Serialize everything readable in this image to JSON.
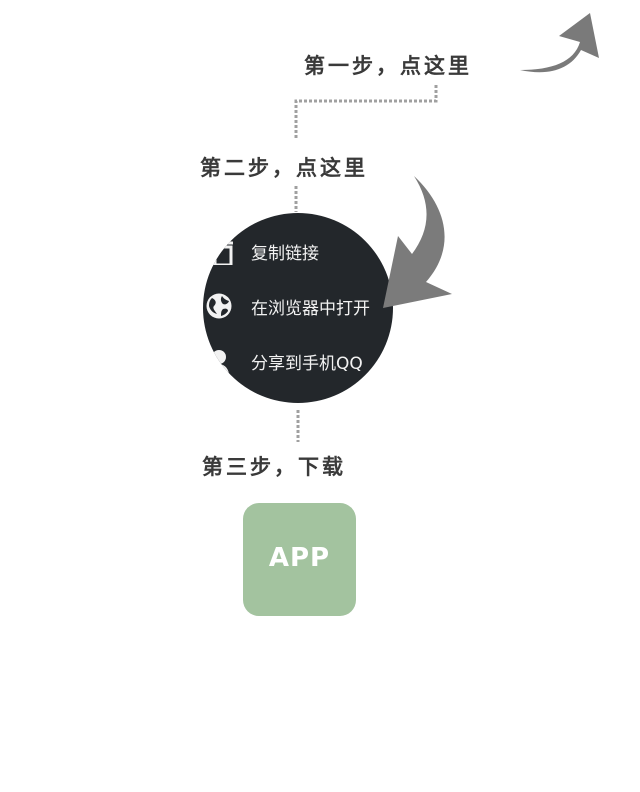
{
  "steps": {
    "step1": "第一步，点这里",
    "step2": "第二步，点这里",
    "step3": "第三步，下载"
  },
  "menu": {
    "items": [
      {
        "label": "复制链接",
        "icon": "copy-icon"
      },
      {
        "label": "在浏览器中打开",
        "icon": "globe-icon"
      },
      {
        "label": "分享到手机QQ",
        "icon": "user-icon"
      }
    ]
  },
  "app": {
    "label": "APP"
  },
  "colors": {
    "menu_bg": "#23272b",
    "arrow": "#777777",
    "app_bg": "#a3c39f",
    "dots": "#a0a0a0"
  }
}
